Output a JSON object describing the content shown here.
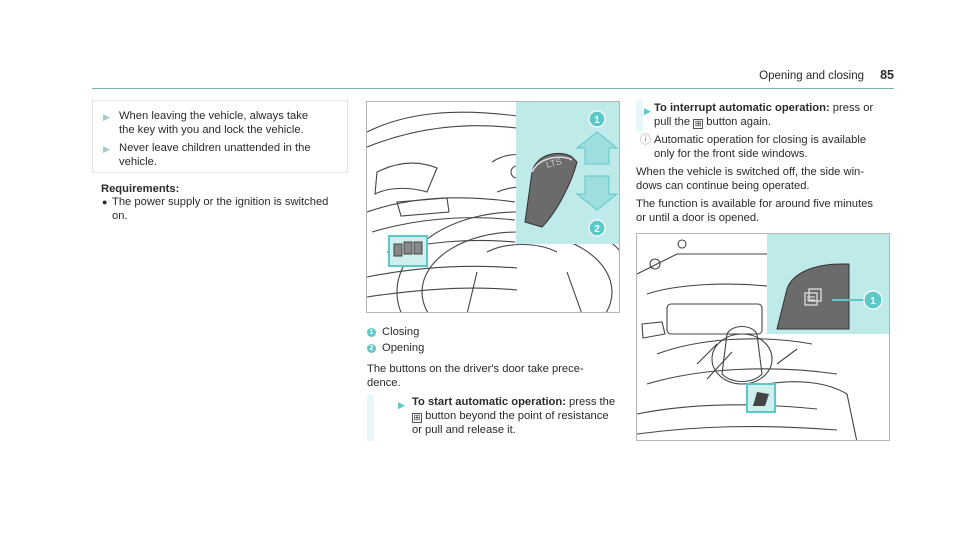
{
  "header": {
    "section_title": "Opening and closing",
    "page_number": "85"
  },
  "note_box": {
    "bullets": [
      {
        "line1": "When leaving the vehicle, always take",
        "line2": "the key with you and lock the vehicle."
      },
      {
        "line1": "Never leave children unattended in the",
        "line2": "vehicle."
      }
    ]
  },
  "requirements": {
    "title": "Requirements:",
    "items": [
      {
        "line1": "The power supply or the ignition is switched",
        "line2": "on."
      }
    ]
  },
  "figure1": {
    "callout1": "1",
    "callout2": "2",
    "switch_label": "LTS"
  },
  "legend": [
    {
      "num": "1",
      "label": "Closing"
    },
    {
      "num": "2",
      "label": "Opening"
    }
  ],
  "body": {
    "p1_line1": "The buttons on the driver's door take prece-",
    "p1_line2": "dence.",
    "start_title": "To start automatic operation:",
    "start_tail": " press the",
    "start_line2": " button beyond the point of resistance",
    "start_line3": "or pull and release it.",
    "interrupt_title": "To interrupt automatic operation:",
    "interrupt_tail": " press or",
    "interrupt_line2a": "pull the",
    "interrupt_line2b": " button again.",
    "info_line1": "Automatic operation for closing is available",
    "info_line2": "only for the front side windows.",
    "p2_line1": "When the vehicle is switched off, the side win-",
    "p2_line2": "dows can continue being operated.",
    "p3_line1": "The function is available for around five minutes",
    "p3_line2": "or until a door is opened."
  },
  "figure2": {
    "callout1": "1"
  },
  "colors": {
    "accent": "#5cc8c8",
    "panel": "#bfeaea",
    "rule": "#7bb5b3"
  }
}
